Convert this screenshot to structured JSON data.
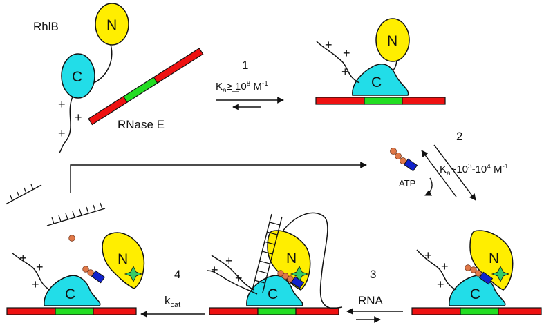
{
  "colors": {
    "n_domain": "#ffee00",
    "c_domain": "#22dde8",
    "rnase_red": "#ee1111",
    "rnase_green": "#22dd22",
    "atp_blue": "#1122cc",
    "phosphate": "#e07848",
    "star": "#33cc66"
  },
  "labels": {
    "rhlb": "RhlB",
    "rnase_e": "RNase E",
    "n": "N",
    "c": "C",
    "plus": "+",
    "atp": "ATP",
    "rna": "RNA"
  },
  "steps": {
    "s1": {
      "num": "1",
      "eq_k": "K",
      "eq_sub": "a",
      "eq_rel": "≥ 10",
      "eq_exp": "8",
      "eq_unit": " M",
      "eq_unit_exp": "-1"
    },
    "s2": {
      "num": "2",
      "eq_k": "K",
      "eq_sub": "a",
      "eq_base1": "~10",
      "eq_exp1": "3",
      "eq_dash": "-10",
      "eq_exp2": "4",
      "eq_unit": " M",
      "eq_unit_exp": "-1"
    },
    "s3": {
      "num": "3"
    },
    "s4": {
      "num": "4",
      "k": "k",
      "k_sub": "cat"
    }
  }
}
